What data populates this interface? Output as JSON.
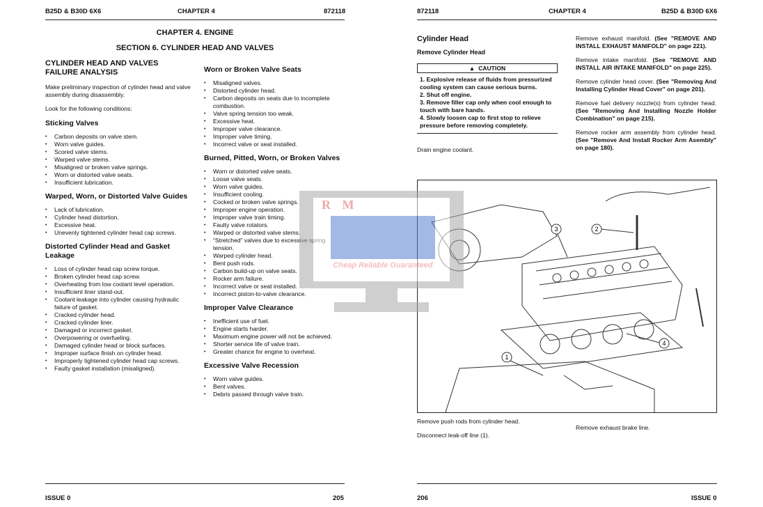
{
  "left_page": {
    "header": {
      "model": "B25D & B30D 6X6",
      "chapter": "CHAPTER 4",
      "doc_no": "872118"
    },
    "chapter_title": "CHAPTER 4. ENGINE",
    "section_title": "SECTION 6. CYLINDER HEAD AND VALVES",
    "main_heading": "CYLINDER HEAD AND VALVES FAILURE ANALYSIS",
    "intro": "Make preliminary inspection of cylinder head and valve assembly during disassembly.",
    "look_for": "Look for the following conditions:",
    "sections": [
      {
        "title": "Sticking Valves",
        "items": [
          "Carbon deposits on valve stem.",
          "Worn valve guides.",
          "Scored valve stems.",
          "Warped valve stems.",
          "Misaligned or broken valve springs.",
          "Worn or distorted valve seats.",
          "Insufficient lubrication."
        ]
      },
      {
        "title": "Warped, Worn, or Distorted Valve Guides",
        "items": [
          "Lack of lubrication.",
          "Cylinder head distortion.",
          "Excessive heat.",
          "Unevenly tightened cylinder head cap screws."
        ]
      },
      {
        "title": "Distorted Cylinder Head and Gasket Leakage",
        "items": [
          "Loss of cylinder head cap screw torque.",
          "Broken cylinder head cap screw.",
          "Overheating from low coolant level operation.",
          "Insufficient liner stand-out.",
          "Coolant leakage into cylinder causing hydraulic failure of gasket.",
          "Cracked cylinder head.",
          "Cracked cylinder liner.",
          "Damaged or incorrect gasket.",
          "Overpowering or overfueling.",
          "Damaged cylinder head or block surfaces.",
          "Improper surface finish on cylinder head.",
          "Improperly tightened cylinder head cap screws.",
          "Faulty gasket installation (misaligned)."
        ]
      },
      {
        "title": "Worn or Broken Valve Seats",
        "items": [
          "Misaligned valves.",
          "Distorted cylinder head.",
          "Carbon deposits on seats due to incomplete combustion.",
          "Valve spring tension too weak.",
          "Excessive heat.",
          "Improper valve clearance.",
          "Improper valve timing.",
          "Incorrect valve or seat installed."
        ]
      },
      {
        "title": "Burned, Pitted, Worn, or Broken Valves",
        "items": [
          "Worn or distorted valve seats.",
          "Loose valve seats.",
          "Worn valve guides.",
          "Insufficient cooling.",
          "Cocked or broken valve springs.",
          "Improper engine operation.",
          "Improper valve train timing.",
          "Faulty valve rotators.",
          "Warped or distorted valve stems.",
          "“Stretched” valves due to excessive spring tension.",
          "Warped cylinder head.",
          "Bent push rods.",
          "Carbon build-up on valve seats.",
          "Rocker arm failure.",
          "Incorrect valve or seat installed.",
          "Incorrect piston-to-valve clearance."
        ]
      },
      {
        "title": "Improper Valve Clearance",
        "items": [
          "Inefficient use of fuel.",
          "Engine starts harder.",
          "Maximum engine power will not be achieved.",
          "Shorter service life of valve train.",
          "Greater chance for engine to overheat."
        ]
      },
      {
        "title": "Excessive Valve Recession",
        "items": [
          "Worn valve guides.",
          "Bent valves.",
          "Debris passed through valve train."
        ]
      }
    ],
    "footer": {
      "issue": "ISSUE 0",
      "page": "205"
    }
  },
  "right_page": {
    "header": {
      "doc_no": "872118",
      "chapter": "CHAPTER 4",
      "model": "B25D & B30D 6X6"
    },
    "heading": "Cylinder Head",
    "subheading": "Remove Cylinder Head",
    "caution": {
      "label": "CAUTION",
      "icon": "warning-triangle-icon",
      "lines": [
        "1. Explosive release of fluids from pressurized cooling system can cause serious burns.",
        "2. Shut off engine.",
        "3. Remove filler cap only when cool enough to touch with bare hands.",
        "4. Slowly loosen cap to first stop to relieve pressure before removing completely."
      ]
    },
    "drain": "Drain engine coolant.",
    "steps": [
      {
        "text": "Remove exhaust manifold. ",
        "ref": "(See \"REMOVE AND INSTALL EXHAUST MANIFOLD\" on page 221)."
      },
      {
        "text": "Remove intake manifold. ",
        "ref": "(See \"REMOVE AND INSTALL AIR INTAKE MANIFOLD\" on page 225)."
      },
      {
        "text": "Remove cylinder head cover. ",
        "ref": "(See \"Removing And Installing Cylinder Head Cover\" on page 201)."
      },
      {
        "text": "Remove fuel delivery nozzle(s) from cylinder head. ",
        "ref": "(See \"Removing And Installing Nozzle Holder Combination\" on page 215)."
      },
      {
        "text": "Remove rocker arm assembly from cylinder head. ",
        "ref": "(See \"Remove And Install Rocker Arm Asembly\" on page 180)."
      }
    ],
    "figure_callouts": [
      "1",
      "2",
      "3",
      "4"
    ],
    "after_left": [
      "Remove push rods from cylinder head.",
      "Disconnect leak-off line (1)."
    ],
    "after_right": "Remove exhaust brake line.",
    "footer": {
      "page": "206",
      "issue": "ISSUE 0"
    }
  },
  "watermark": {
    "letters": "R M",
    "tagline": "Cheap Reliable Guaranteed"
  }
}
